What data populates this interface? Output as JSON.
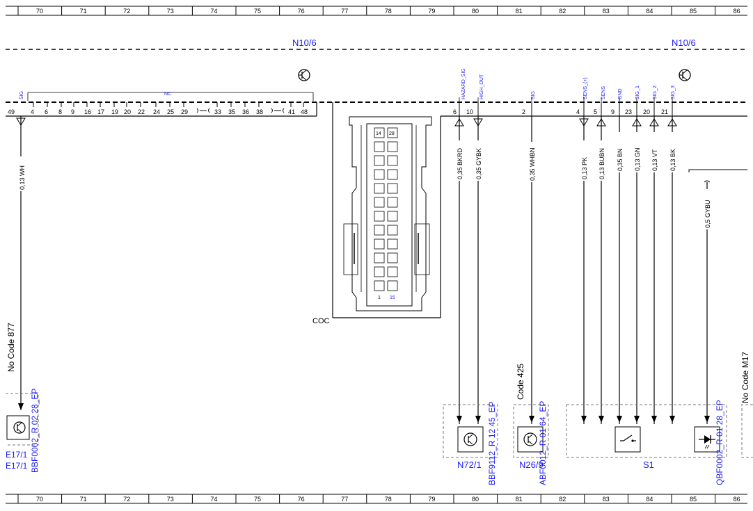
{
  "ruler": {
    "labels": [
      "70",
      "71",
      "72",
      "73",
      "74",
      "75",
      "76",
      "77",
      "78",
      "79",
      "80",
      "81",
      "82",
      "83",
      "84",
      "85",
      "86"
    ]
  },
  "components": {
    "top_left_label": "N10/6",
    "top_right_label": "N10/6",
    "coc_label": "COC",
    "n72_label": "N72/1",
    "n26_label": "N26/9",
    "s1_label": "S1"
  },
  "codes": {
    "no_code": "No Code 877",
    "code_425": "Code 425",
    "right_edge_code": "No Code M17"
  },
  "references": {
    "left_ref": "BBF0002_R 02 28_EP",
    "n72_ref": "BBF9112_R 12 45_EP",
    "n26_ref": "ABF0012_R 01 64_EP",
    "s1_ref": "QBF0002_R 01 28_EP",
    "left_box_line1": "E17/1",
    "left_box_line2": "E17/1"
  },
  "connector_left": {
    "pin_sig": "49",
    "sig_label": "SIG",
    "nc_label": "NC",
    "nc_pins": [
      "4",
      "6",
      "8",
      "9",
      "16",
      "17",
      "19",
      "20",
      "22",
      "24",
      "25",
      "29",
      "33",
      "35",
      "36",
      "38",
      "41",
      "48"
    ]
  },
  "wires": [
    {
      "id": "sig-left",
      "pin": "49",
      "signal": "SIG",
      "spec": "0,13 WH"
    },
    {
      "id": "hazard",
      "pin": "6",
      "signal": "HAZARD_SIG",
      "spec": "0,35 BKRD"
    },
    {
      "id": "pin10",
      "pin": "10",
      "signal": "HIGH_OUT",
      "spec": "0,35 GYBK"
    },
    {
      "id": "pin2",
      "pin": "2",
      "signal": "SIG",
      "spec": "0,35 WHBN"
    },
    {
      "id": "sens-plus",
      "pin": "4",
      "signal": "SENS_(+)",
      "spec": "0,13 PK"
    },
    {
      "id": "sens",
      "pin": "5",
      "signal": "SENS",
      "spec": "0,13 BUBN"
    },
    {
      "id": "gnd",
      "pin": "9",
      "signal": "GND",
      "spec": "0,35 BN"
    },
    {
      "id": "sig1",
      "pin": "23",
      "signal": "SIG_1",
      "spec": "0,13 GN"
    },
    {
      "id": "sig2",
      "pin": "20",
      "signal": "SIG_2",
      "spec": "0,13 VT"
    },
    {
      "id": "sig3",
      "pin": "21",
      "signal": "SIG_3",
      "spec": "0,13 BK"
    },
    {
      "id": "right",
      "pin": "",
      "signal": "",
      "spec": "0,5 GYBU"
    }
  ],
  "coc_pins": {
    "top_left": "14",
    "top_right": "28",
    "bottom_left": "1",
    "bottom_right": "15"
  },
  "colors": {
    "accent": "#1a1aff",
    "line": "#000000",
    "dashed_box": "#777777"
  }
}
